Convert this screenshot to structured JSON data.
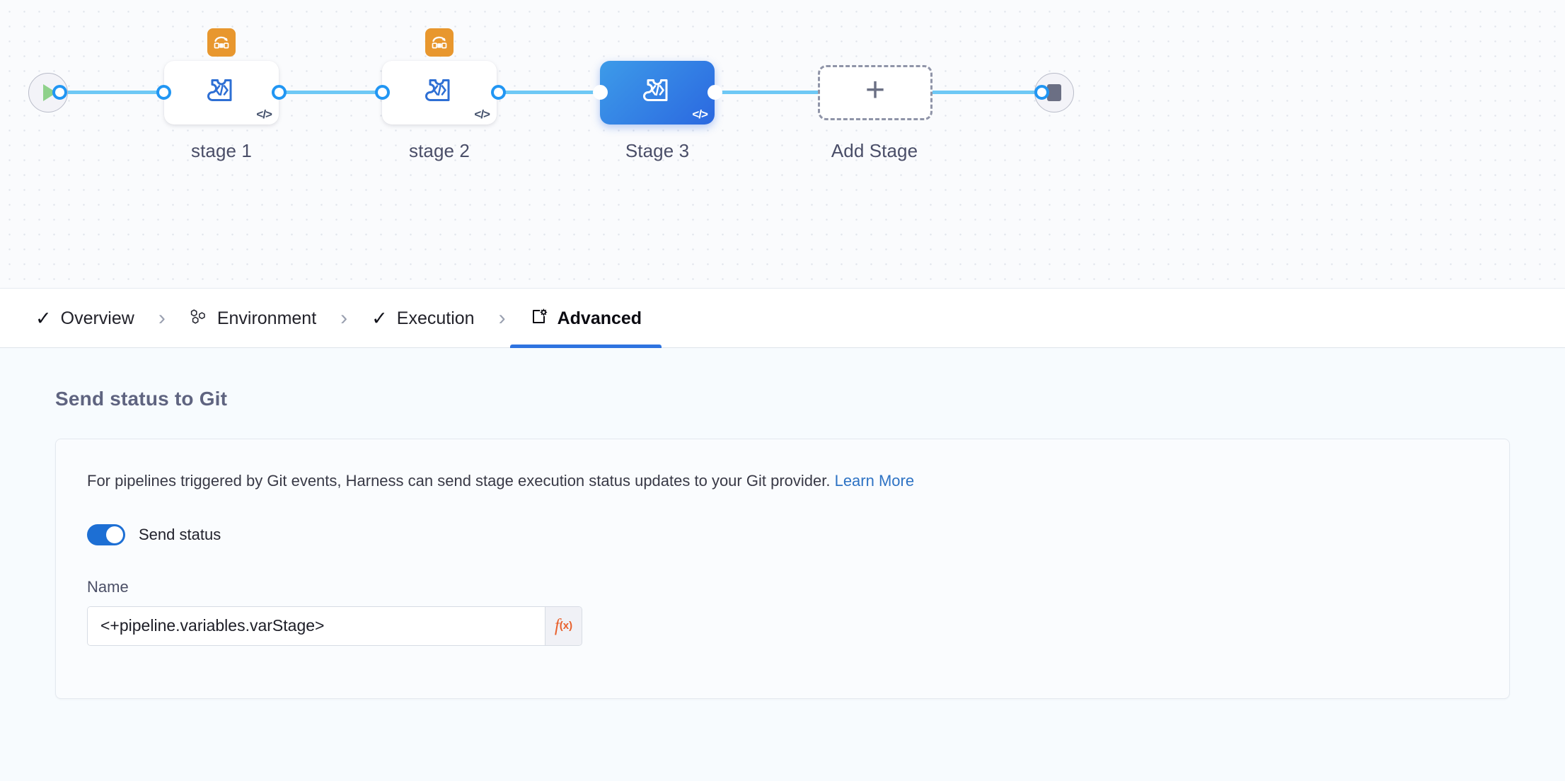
{
  "canvas": {
    "start_node": {
      "name": "pipeline-start",
      "icon": "play-icon"
    },
    "end_node": {
      "name": "pipeline-end",
      "icon": "stop-icon"
    },
    "stages": [
      {
        "label": "stage 1",
        "icon": "custom-stage-icon",
        "badge": "matrix-strategy-icon",
        "tag": "</>",
        "selected": false
      },
      {
        "label": "stage 2",
        "icon": "custom-stage-icon",
        "badge": "matrix-strategy-icon",
        "tag": "</>",
        "selected": false
      },
      {
        "label": "Stage 3",
        "icon": "custom-stage-icon",
        "badge": null,
        "tag": "</>",
        "selected": true
      }
    ],
    "add_stage": {
      "label": "Add Stage",
      "icon": "plus-icon"
    },
    "colors": {
      "wire": "#6dc8f5",
      "selected_stage_from": "#3d9be9",
      "selected_stage_to": "#2b68e0",
      "badge_orange": "#e8972e",
      "start_play_green": "#8fd18b"
    }
  },
  "tabs": [
    {
      "label": "Overview",
      "icon": "check-icon",
      "active": false
    },
    {
      "label": "Environment",
      "icon": "hexagons-icon",
      "active": false
    },
    {
      "label": "Execution",
      "icon": "check-icon",
      "active": false
    },
    {
      "label": "Advanced",
      "icon": "advanced-icon",
      "active": true
    }
  ],
  "tab_separator": "›",
  "main": {
    "section_title": "Send status to Git",
    "description_before_link": "For pipelines triggered by Git events, Harness can send stage execution status updates to your Git provider. ",
    "learn_more_label": "Learn More",
    "send_status": {
      "label": "Send status",
      "enabled": true
    },
    "name_field": {
      "label": "Name",
      "value": "<+pipeline.variables.varStage>",
      "placeholder": "",
      "expression_button": {
        "f": "f",
        "x": "(x)"
      }
    }
  }
}
